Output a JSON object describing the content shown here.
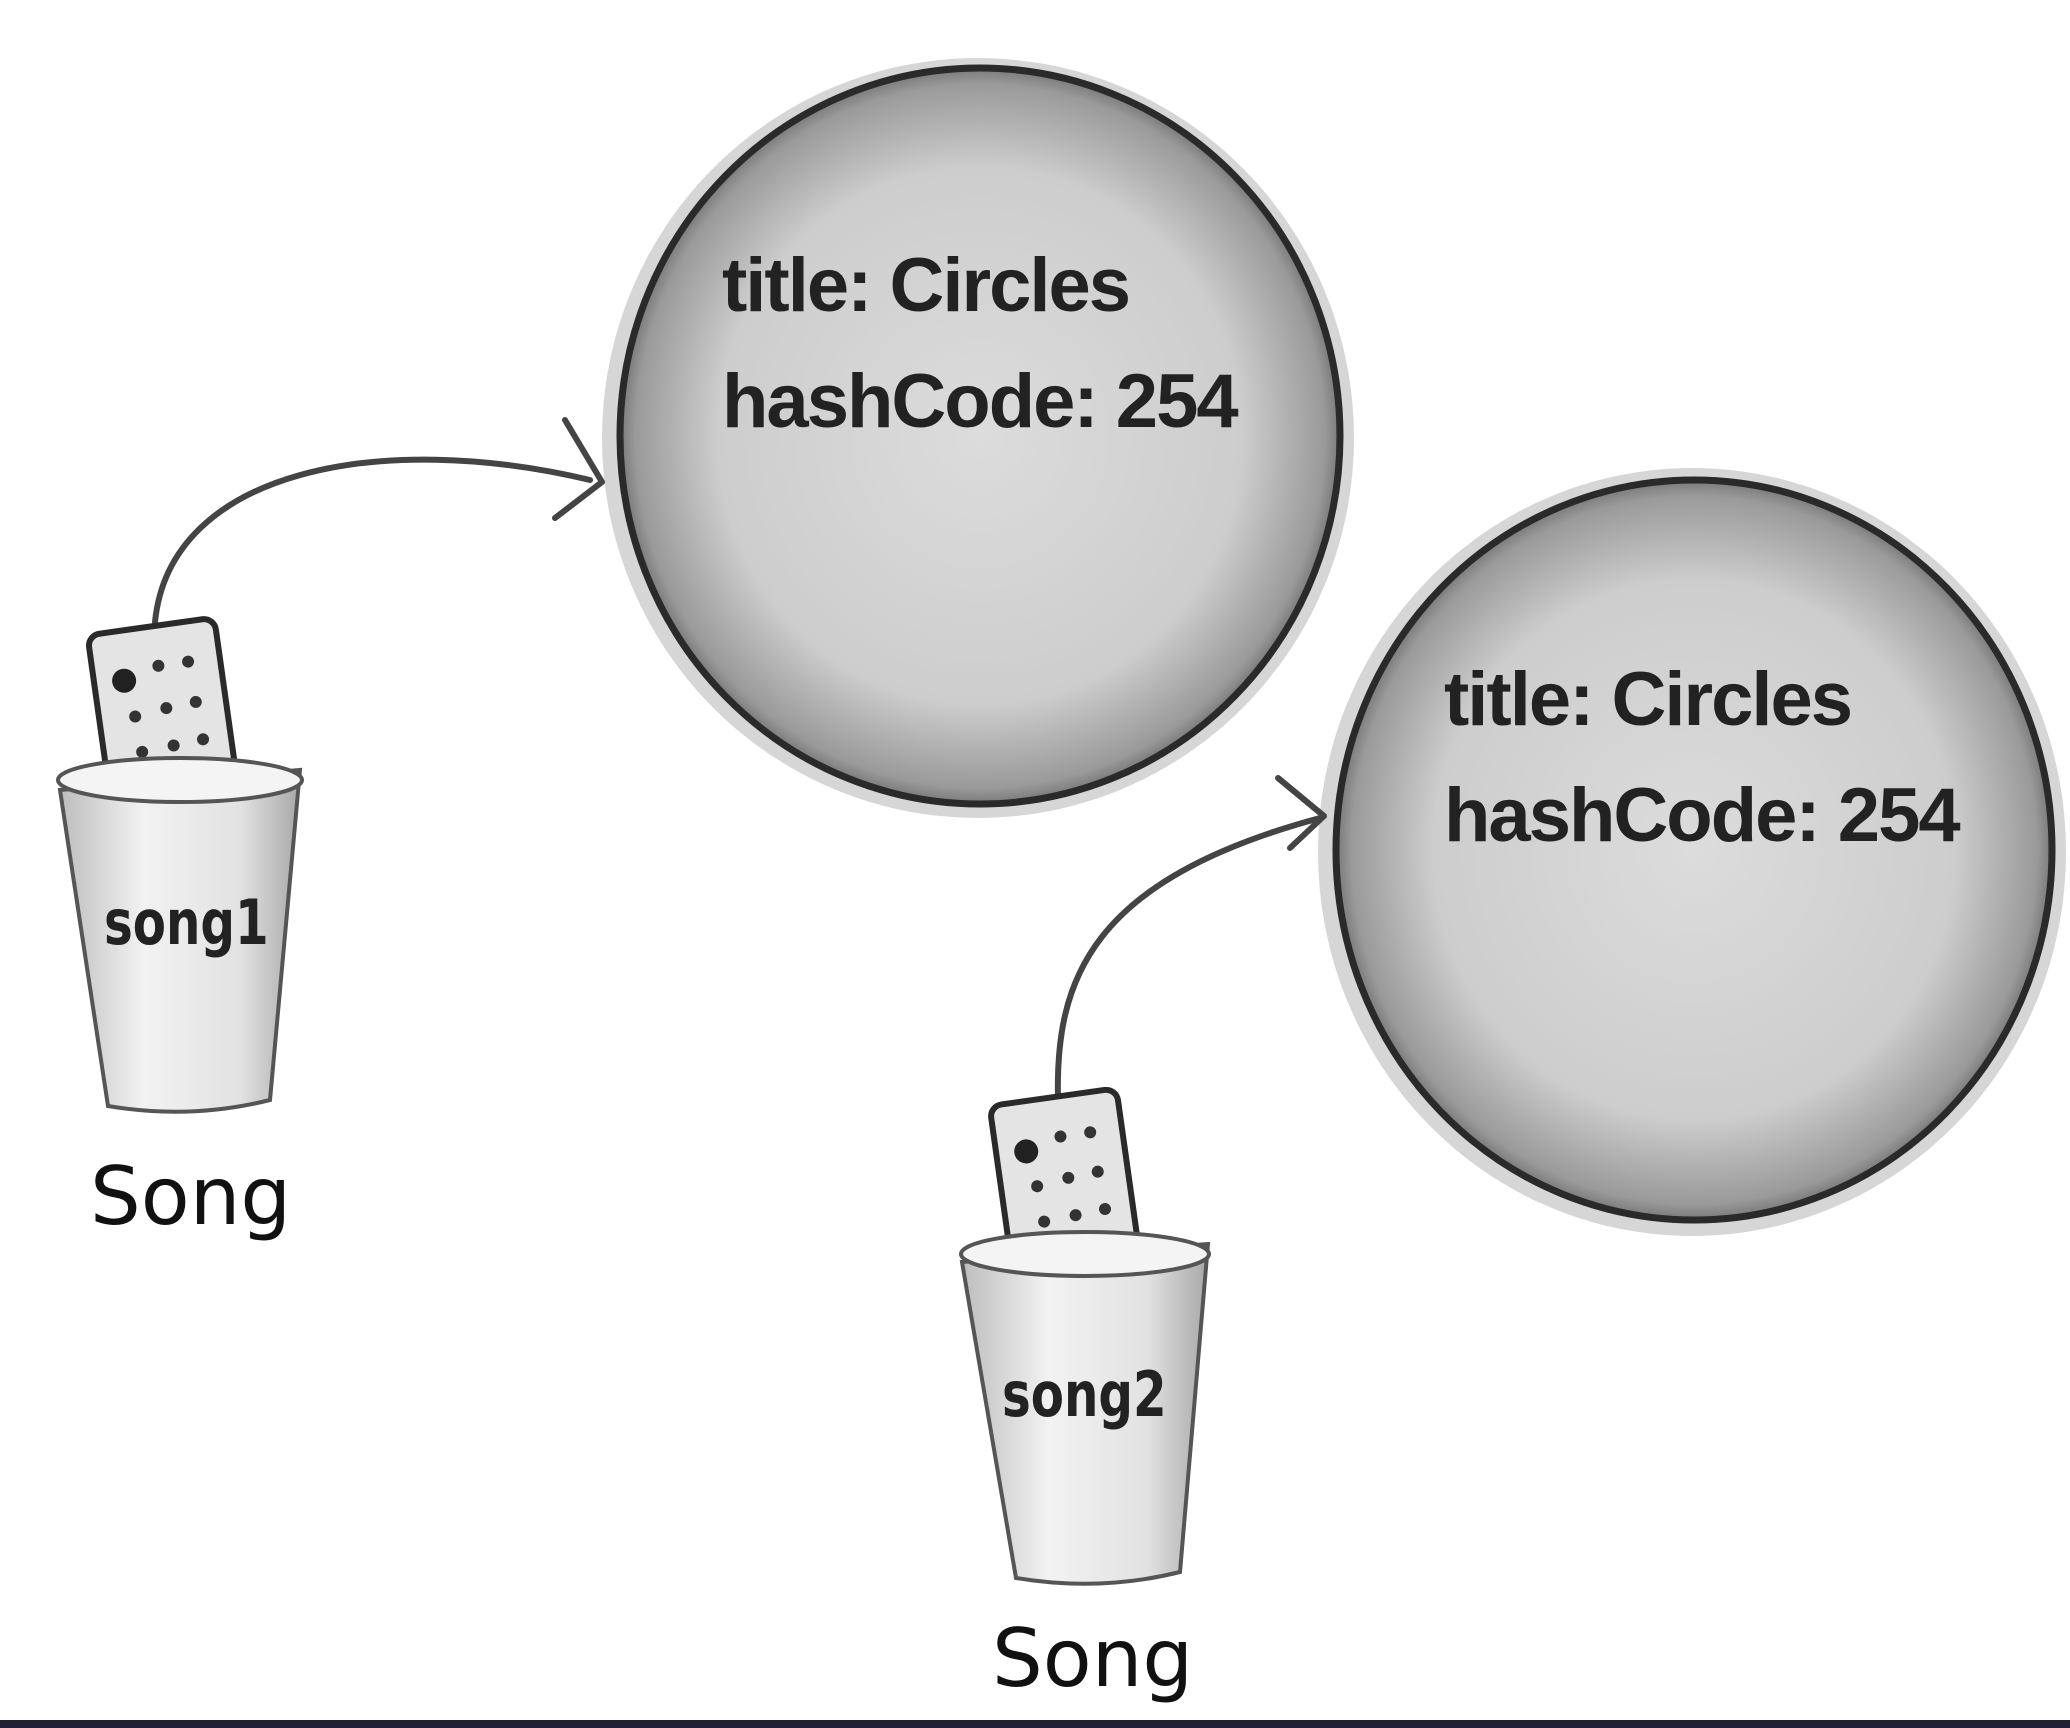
{
  "objects": [
    {
      "title_line": "title: Circles",
      "hash_line": "hashCode: 254"
    },
    {
      "title_line": "title: Circles",
      "hash_line": "hashCode: 254"
    }
  ],
  "references": [
    {
      "variable": "song1",
      "type": "Song"
    },
    {
      "variable": "song2",
      "type": "Song"
    }
  ],
  "colors": {
    "object_fill": "#d2d2d2",
    "object_outline": "#2a2a2a",
    "arrow": "#444444",
    "cup_fill": "#eeeeee",
    "remote_fill": "#e4e4e4",
    "bottom_bar": "#222034"
  },
  "icons": [
    "remote-control-icon",
    "cup-icon",
    "arrow-icon"
  ]
}
